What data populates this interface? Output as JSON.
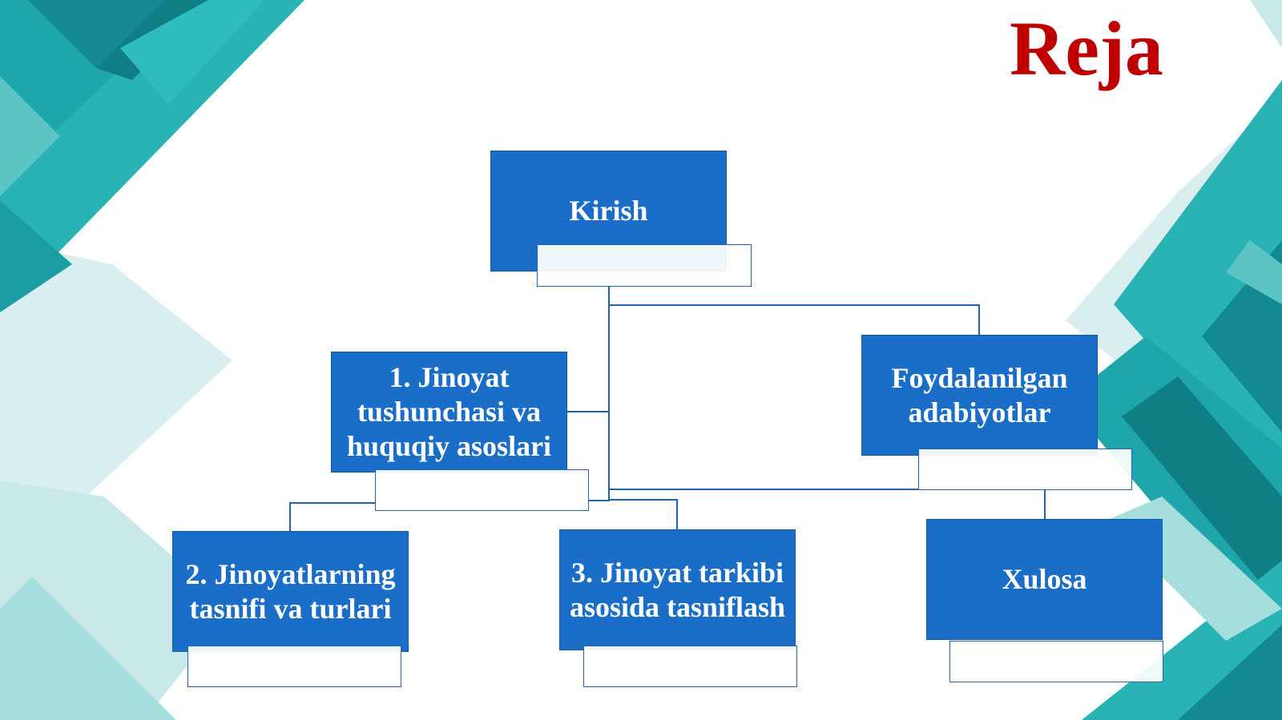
{
  "slide": {
    "title": "Reja",
    "title_color": "#c00000"
  },
  "diagram": {
    "node_color": "#1a6ec8",
    "line_color": "#1c64ae",
    "nodes": [
      {
        "id": "kirish",
        "label": "Kirish"
      },
      {
        "id": "jinoyat-tushunchasi",
        "label": "1. Jinoyat tushunchasi va huquqiy asoslari"
      },
      {
        "id": "foydalanilgan-adabiyotlar",
        "label": "Foydalanilgan adabiyotlar"
      },
      {
        "id": "jinoyatlarning-tasnifi",
        "label": "2. Jinoyatlarning tasnifi va turlari"
      },
      {
        "id": "jinoyat-tarkibi",
        "label": "3. Jinoyat tarkibi asosida tasniflash"
      },
      {
        "id": "xulosa",
        "label": "Xulosa"
      }
    ],
    "edges": [
      {
        "from": "kirish",
        "to": "jinoyat-tushunchasi"
      },
      {
        "from": "kirish",
        "to": "foydalanilgan-adabiyotlar"
      },
      {
        "from": "kirish",
        "to": "jinoyatlarning-tasnifi"
      },
      {
        "from": "kirish",
        "to": "jinoyat-tarkibi"
      },
      {
        "from": "kirish",
        "to": "xulosa"
      }
    ]
  },
  "theme": {
    "teal": "#2ab3b4",
    "teal_dark": "#138a90",
    "teal_mid": "#1fa6aa",
    "teal_light": "#a6dede",
    "teal_pale": "#d9efef"
  }
}
